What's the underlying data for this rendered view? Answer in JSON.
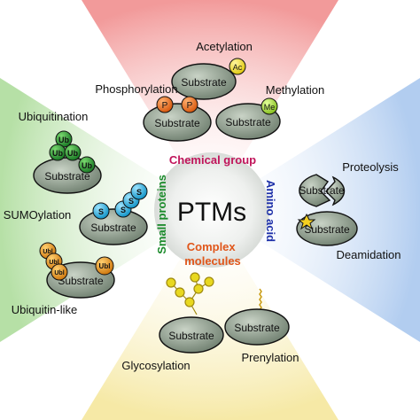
{
  "center": {
    "label": "PTMs"
  },
  "categories": {
    "chemical": "Chemical group",
    "small_proteins": "Small proteins",
    "amino_acid": "Amino acid",
    "complex": "Complex\nmolecules"
  },
  "modifications": {
    "acetylation": "Acetylation",
    "phosphorylation": "Phosphorylation",
    "methylation": "Methylation",
    "ubiquitination": "Ubiquitination",
    "sumoylation": "SUMOylation",
    "ubiquitin_like": "Ubiquitin-like",
    "proteolysis": "Proteolysis",
    "deamidation": "Deamidation",
    "glycosylation": "Glycosylation",
    "prenylation": "Prenylation"
  },
  "substrate_label": "Substrate",
  "badges": {
    "ac": "Ac",
    "p": "P",
    "me": "Me",
    "ub": "Ub",
    "s": "S",
    "ubl": "Ubl"
  },
  "colors": {
    "chemical_wedge": "#f2a6a6",
    "small_proteins_wedge": "#bfe3b0",
    "amino_acid_wedge": "#bcd4f2",
    "complex_wedge": "#f7ecb0",
    "chemical_text": "#c0145a",
    "small_proteins_text": "#1a8a2a",
    "amino_acid_text": "#1c2fa8",
    "complex_text": "#e0561a",
    "substrate_fill": "#8a9a8a",
    "ub_green": "#2fa83a",
    "sumo_cyan": "#29b6e6",
    "ubl_orange": "#f0a020",
    "phospho_orange": "#f07020",
    "ac_yellow": "#f5e020",
    "me_green": "#a8e040",
    "glycan_yellow": "#e8d820"
  }
}
